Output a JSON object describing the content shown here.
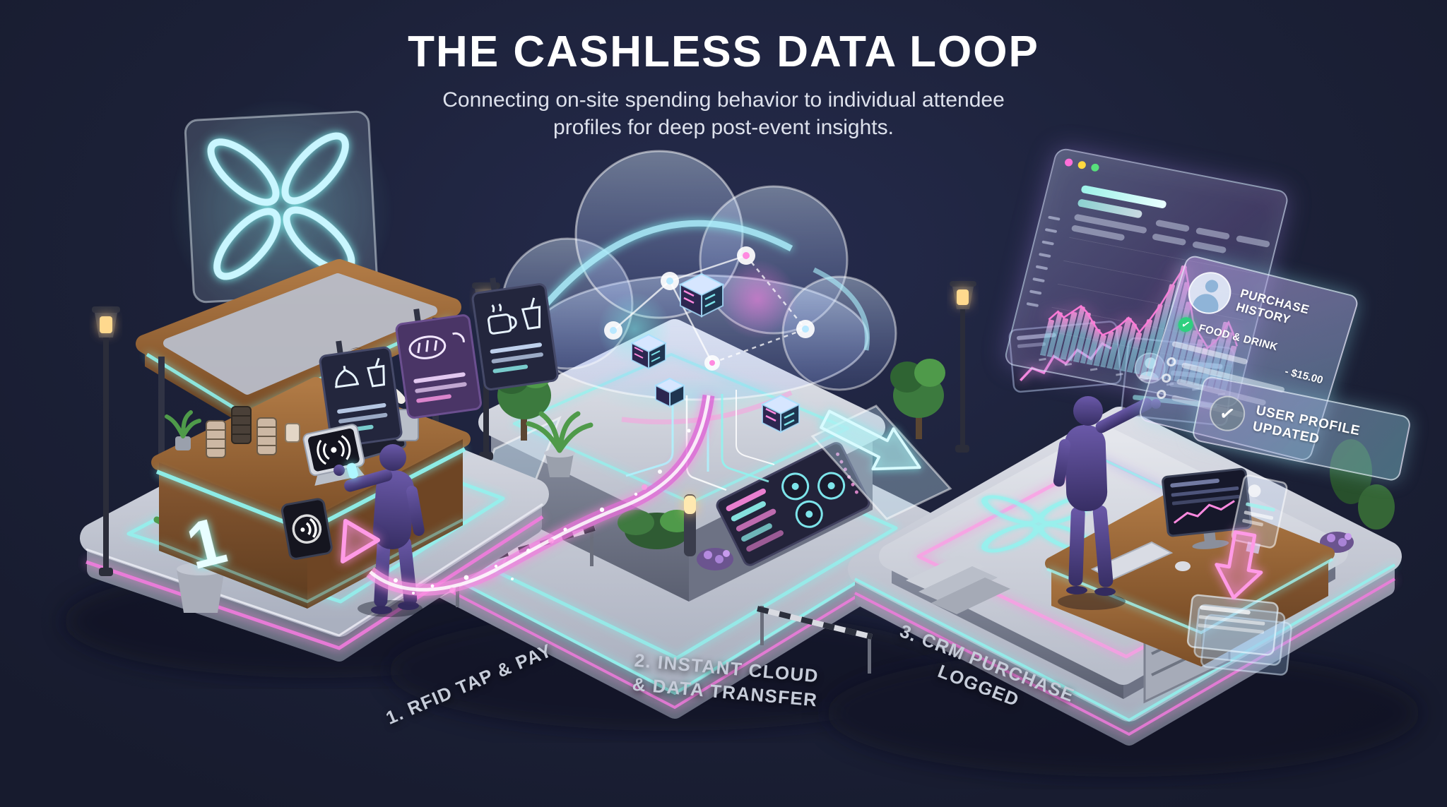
{
  "header": {
    "title": "THE CASHLESS DATA LOOP",
    "subtitle_line1": "Connecting on-site spending behavior to individual attendee",
    "subtitle_line2": "profiles for deep post-event insights."
  },
  "steps": {
    "step1": "1. RFID TAP & PAY",
    "step2_line1": "2. INSTANT CLOUD",
    "step2_line2": "& DATA TRANSFER",
    "step3_line1": "3. CRM PURCHASE",
    "step3_line2": "LOGGED"
  },
  "booth": {
    "stall_number": "1"
  },
  "crm": {
    "purchase_history_label": "PURCHASE HISTORY",
    "item_label": "FOOD & DRINK",
    "item_price": "- $15.00",
    "item_check": "✓",
    "badge_check": "✓",
    "badge_line1": "USER PROFILE",
    "badge_line2": "UPDATED"
  },
  "colors": {
    "background_navy": "#1c2138",
    "neon_cyan": "#8ff5f0",
    "neon_pink": "#f57ce0",
    "success_green": "#2ecf7f",
    "wood_brown": "#8a5a33",
    "figure_purple": "#4a3d7c",
    "lamp_warm": "#ffd98e"
  },
  "chart_data": {
    "type": "bar",
    "values": [
      30,
      38,
      34,
      40,
      46,
      42,
      36,
      30,
      26,
      30,
      36,
      44,
      40,
      34,
      46,
      60,
      78,
      95,
      82,
      66,
      52,
      44,
      38,
      32,
      40,
      56,
      48,
      38
    ],
    "ylim": [
      0,
      100
    ],
    "line_overlay": true,
    "title": "",
    "xlabel": "",
    "ylabel": ""
  }
}
